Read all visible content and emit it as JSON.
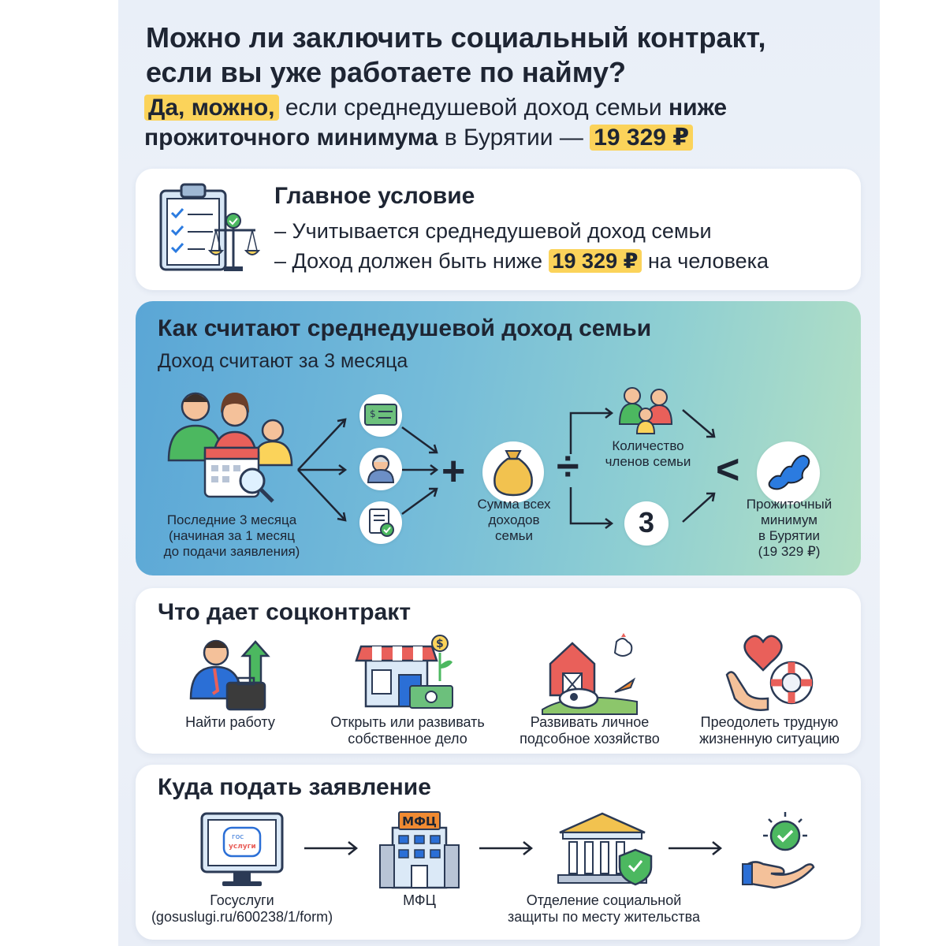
{
  "headline": {
    "line1": "Можно ли заключить социальный контракт,",
    "line2": "если вы уже работаете по найму?"
  },
  "answer": {
    "yes": "Да, можно,",
    "part1": " если среднедушевой доход семьи ",
    "part1_bold": "ниже",
    "part2_bold": "прожиточного минимума",
    "part2": " в Бурятии — ",
    "amount": "19 329 ₽"
  },
  "main_condition": {
    "title": "Главное условие",
    "line1": "– Учитывается среднедушевой доход семьи",
    "line2_pre": "– Доход должен быть ниже ",
    "line2_amount": "19 329 ₽",
    "line2_post": " на человека",
    "icon": "clipboard-scales-icon"
  },
  "calculation": {
    "title": "Как считают среднедушевой доход семьи",
    "subtitle": "Доход считают за 3 месяца",
    "period_l1": "Последние 3 месяца",
    "period_l2": "(начиная за 1 месяц",
    "period_l3": "до подачи заявления)",
    "sum_l1": "Сумма всех",
    "sum_l2": "доходов",
    "sum_l3": "семьи",
    "members_l1": "Количество",
    "members_l2": "членов семьи",
    "three": "3",
    "plus": "+",
    "divide": "÷",
    "less": "<",
    "min_l1": "Прожиточный",
    "min_l2": "минимум",
    "min_l3": "в Бурятии",
    "min_l4": "(19 329 ₽)"
  },
  "benefits": {
    "title": "Что дает соцконтракт",
    "items": [
      {
        "l1": "Найти работу",
        "l2": "",
        "icon": "job-growth-icon"
      },
      {
        "l1": "Открыть или развивать",
        "l2": "собственное дело",
        "icon": "shop-icon"
      },
      {
        "l1": "Развивать личное",
        "l2": "подсобное хозяйство",
        "icon": "farm-icon"
      },
      {
        "l1": "Преодолеть трудную",
        "l2": "жизненную ситуацию",
        "icon": "heart-lifebuoy-icon"
      }
    ]
  },
  "apply": {
    "title": "Куда подать заявление",
    "gosuslugi_l1": "Госуслуги",
    "gosuslugi_l2": "(gosuslugi.ru/600238/1/form)",
    "mfc_label": "МФЦ",
    "mfc_sign": "МФЦ",
    "social_l1": "Отделение социальной",
    "social_l2": "защиты по месту жительства",
    "gos_logo_l1": "гос",
    "gos_logo_l2": "услуги"
  },
  "colors": {
    "highlight": "#fbd35a",
    "accent_blue": "#5aa6d6",
    "accent_green": "#8fcfd2"
  }
}
